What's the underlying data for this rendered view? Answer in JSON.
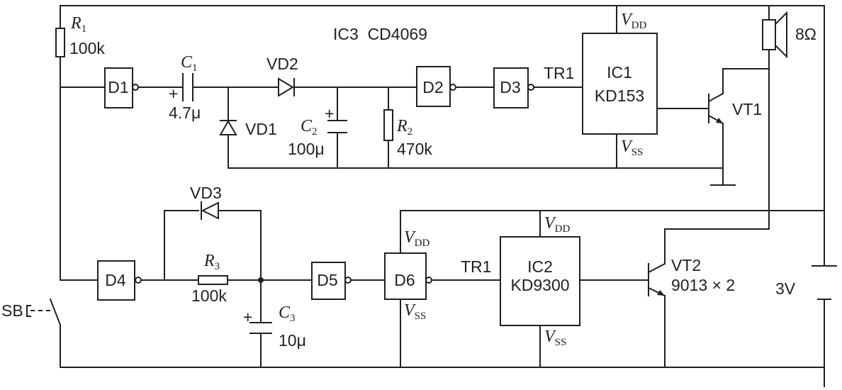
{
  "title": "IC3  CD4069",
  "gates": [
    "D1",
    "D2",
    "D3",
    "D4",
    "D5",
    "D6"
  ],
  "ic1": {
    "name": "IC1",
    "part": "KD153",
    "vdd": "V",
    "vdd_sub": "DD",
    "vss": "V",
    "vss_sub": "SS"
  },
  "ic2": {
    "name": "IC2",
    "part": "KD9300",
    "vdd": "V",
    "vdd_sub": "DD",
    "vss": "V",
    "vss_sub": "SS"
  },
  "d6": {
    "vdd": "V",
    "vdd_sub": "DD",
    "vss": "V",
    "vss_sub": "SS"
  },
  "tr1_top": "TR1",
  "tr1_bottom": "TR1",
  "r1": {
    "name": "R",
    "sub": "1",
    "value": "100k"
  },
  "r2": {
    "name": "R",
    "sub": "2",
    "value": "470k"
  },
  "r3": {
    "name": "R",
    "sub": "3",
    "value": "100k"
  },
  "c1": {
    "name": "C",
    "sub": "1",
    "value": "4.7μ",
    "polarity": "+"
  },
  "c2": {
    "name": "C",
    "sub": "2",
    "value": "100μ",
    "polarity": "+"
  },
  "c3": {
    "name": "C",
    "sub": "3",
    "value": "10μ",
    "polarity": "+"
  },
  "vd1": "VD1",
  "vd2": "VD2",
  "vd3": "VD3",
  "vt1": "VT1",
  "vt2": {
    "name": "VT2",
    "part": "9013 × 2"
  },
  "speaker": "8Ω",
  "battery": "3V",
  "switch": "SB"
}
